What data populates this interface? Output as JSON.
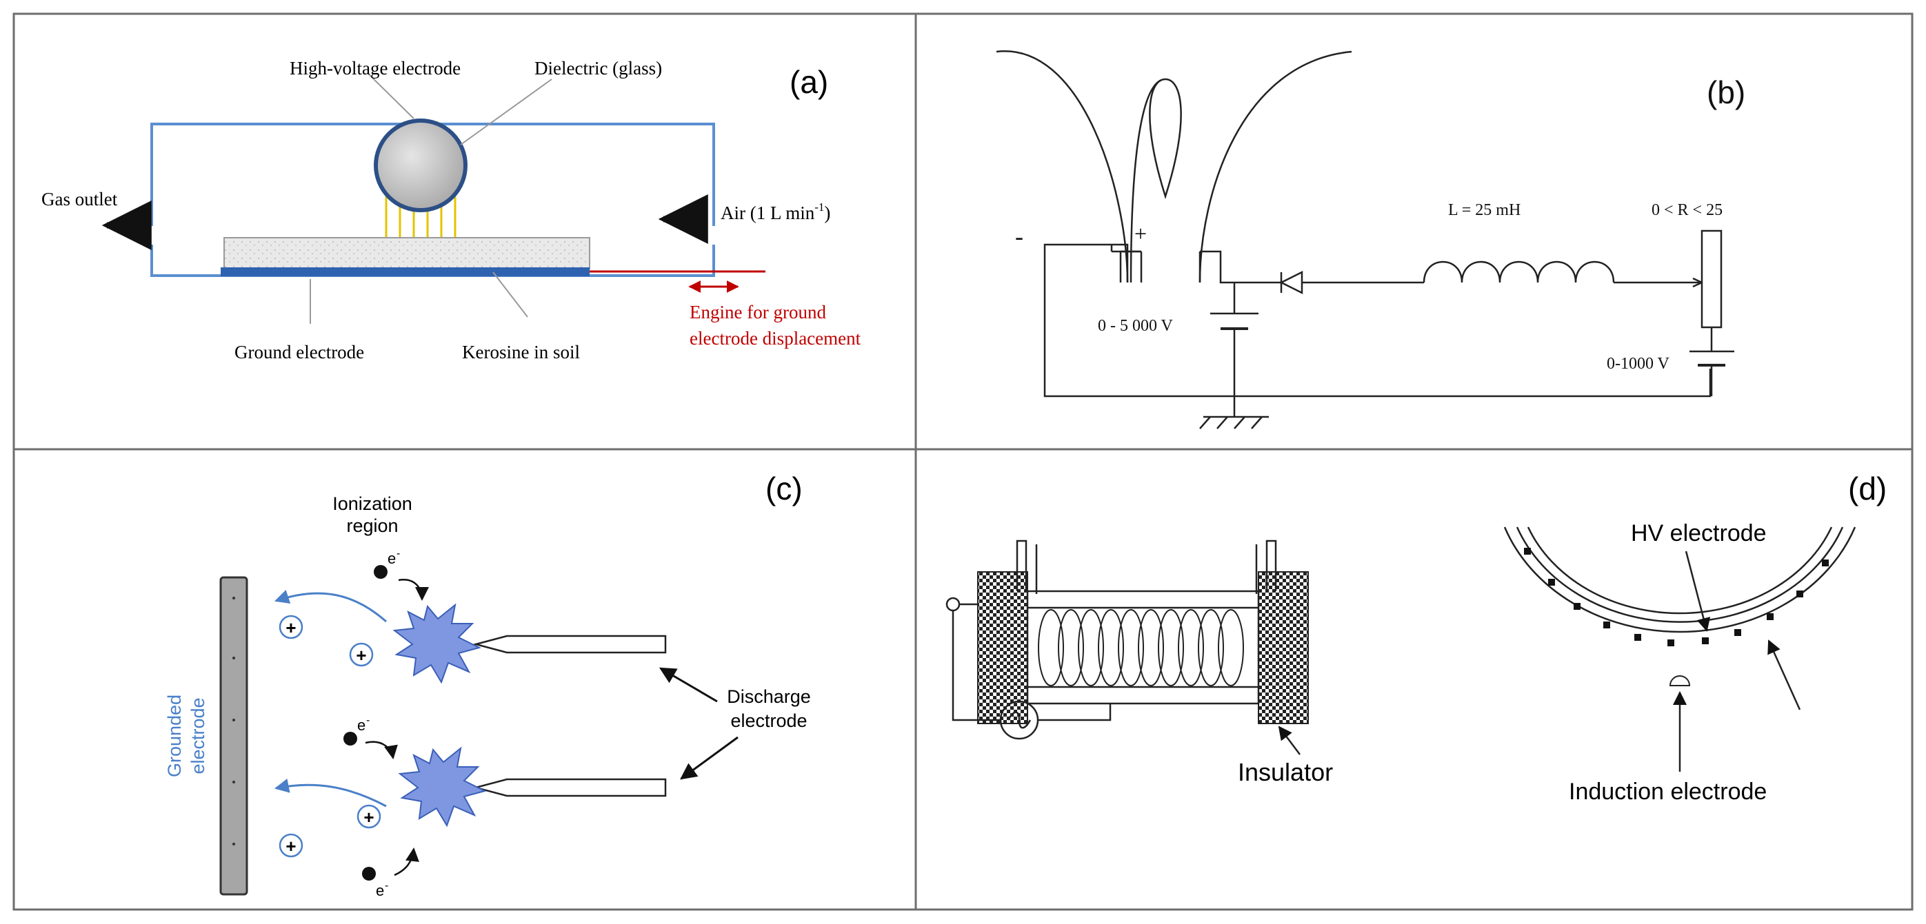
{
  "panels": {
    "a": {
      "tag": "(a)",
      "hv_electrode": "High-voltage electrode",
      "dielectric": "Dielectric (glass)",
      "gas_outlet": "Gas outlet",
      "air_prefix": "Air (1 L min",
      "air_exp": "-1",
      "air_suffix": ")",
      "ground_electrode": "Ground electrode",
      "kerosine": "Kerosine in soil",
      "engine_line1": "Engine for ground",
      "engine_line2": "electrode displacement",
      "accent_color": "#c00000",
      "electrode_color": "#2e62b0",
      "frame_color": "#5b8fd0"
    },
    "b": {
      "tag": "(b)",
      "minus": "-",
      "plus": "+",
      "inductor": "L = 25 mH",
      "resistor": "0 < R < 25",
      "source1": "0 - 5 000 V",
      "source2": "0-1000 V"
    },
    "c": {
      "tag": "(c)",
      "ionization_line1": "Ionization",
      "ionization_line2": "region",
      "discharge_line1": "Discharge",
      "discharge_line2": "electrode",
      "grounded_line1": "Grounded",
      "grounded_line2": "electrode",
      "electron": "e",
      "electron_sup": "-",
      "ion": "+",
      "spark_color": "#7f97e0",
      "ion_color": "#4a80c8"
    },
    "d": {
      "tag": "(d)",
      "insulator": "Insulator",
      "hv_electrode": "HV electrode",
      "induction_electrode": "Induction electrode"
    }
  }
}
